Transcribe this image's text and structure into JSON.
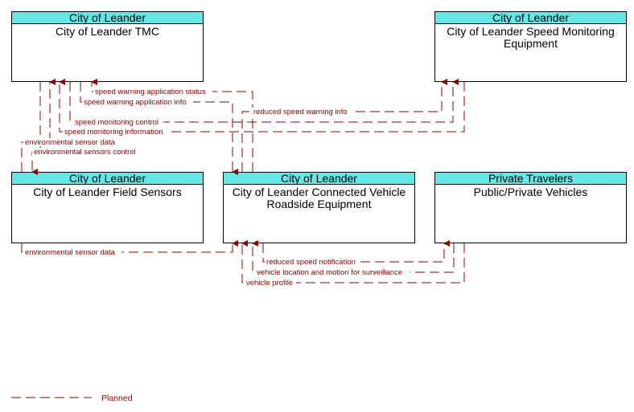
{
  "nodes": {
    "tmc": {
      "header": "City of Leander",
      "title": "City of Leander TMC"
    },
    "speed_monitor": {
      "header": "City of Leander",
      "title": "City of Leander Speed Monitoring Equipment"
    },
    "field_sensors": {
      "header": "City of Leander",
      "title": "City of Leander Field Sensors"
    },
    "rse": {
      "header": "City of Leander",
      "title": "City of Leander Connected Vehicle Roadside Equipment"
    },
    "vehicles": {
      "header": "Private Travelers",
      "title": "Public/Private Vehicles"
    }
  },
  "flows": {
    "f1": "speed warning application status",
    "f2": "speed warning application info",
    "f3": "reduced speed warning info",
    "f4": "speed monitoring control",
    "f5": "speed monitoring information",
    "f6": "environmental sensor data",
    "f7": "environmental sensors control",
    "f8": "environmental sensor data",
    "f9": "reduced speed notification",
    "f10": "vehicle location and motion for surveillance",
    "f11": "vehicle profile"
  },
  "legend": {
    "planned": "Planned"
  },
  "colors": {
    "flow": "#8b0000",
    "header": "#66e6e6",
    "border": "#000000"
  }
}
